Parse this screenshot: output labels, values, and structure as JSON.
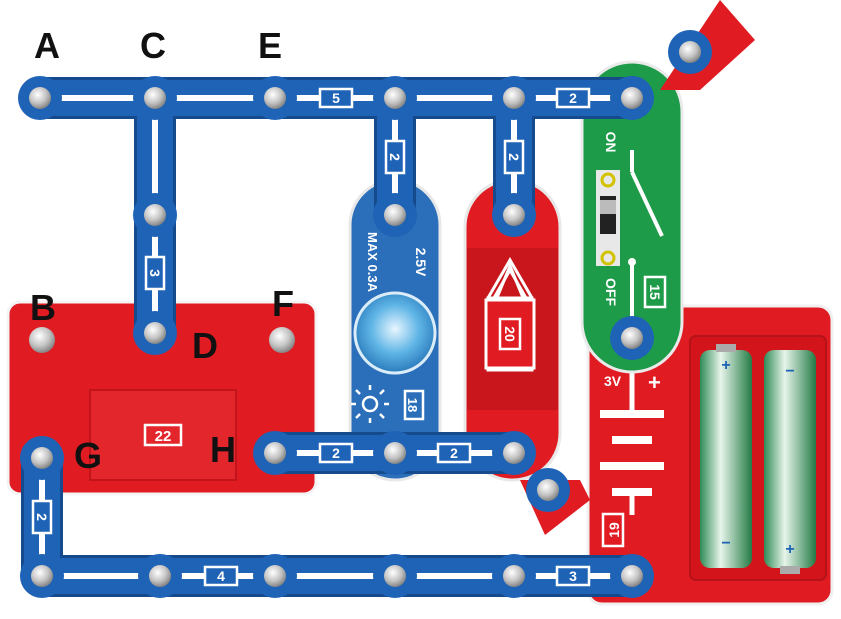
{
  "point_labels": {
    "a": "A",
    "b": "B",
    "c": "C",
    "d": "D",
    "e": "E",
    "f": "F",
    "g": "G",
    "h": "H"
  },
  "wire_labels": {
    "top_left": "5",
    "top_right": "2",
    "drop_lamp": "2",
    "drop_speaker": "2",
    "vertical_c": "3",
    "vertical_g": "2",
    "middle_left": "2",
    "middle_right": "2",
    "bottom_left": "4",
    "bottom_right": "3"
  },
  "component_labels": {
    "ic_module": "22",
    "lamp_module": "18",
    "lamp_voltage": "2.5V",
    "lamp_current": "MAX 0.3A",
    "speaker_module": "20",
    "switch_module": "15",
    "switch_on": "ON",
    "switch_off": "OFF",
    "battery_module": "19",
    "battery_voltage": "3V",
    "battery_plus": "+",
    "cell_plus": "+",
    "cell_minus": "−"
  },
  "colors": {
    "wire": "#1f63b6",
    "wire_dark": "#154a8c",
    "red_module": "#e11b22",
    "green_module": "#1e9b48",
    "blue_module": "#2b6fba",
    "snap": "#c9c9c9"
  }
}
